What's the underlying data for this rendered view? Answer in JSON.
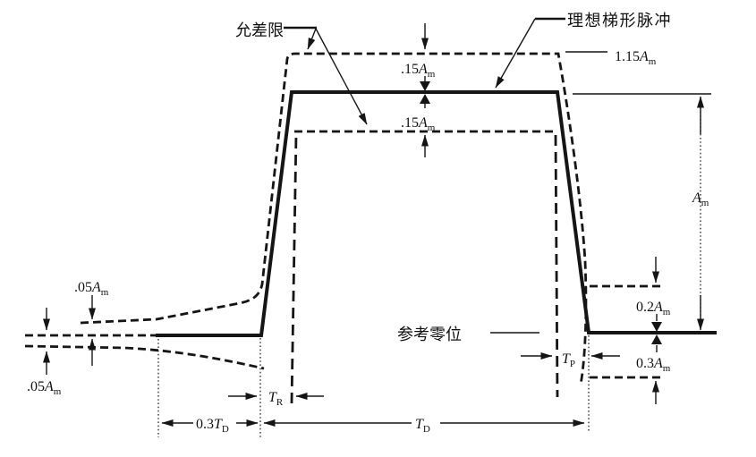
{
  "figure": {
    "background": "#ffffff",
    "ink": "#151515",
    "description_labels": {
      "tolerance": "允差限",
      "ideal_pulse": "理想梯形脉冲",
      "ref_zero": "参考零位"
    }
  },
  "labels": {
    "tolerance": "允差限",
    "ideal_pulse": "理想梯形脉冲",
    "ref_zero": "参考零位",
    "v115": {
      "num": "1.15",
      "var": "A",
      "sub": "m"
    },
    "v15_upper": {
      "num": ".15",
      "var": "A",
      "sub": "m"
    },
    "v15_lower": {
      "num": ".15",
      "var": "A",
      "sub": "m"
    },
    "am": {
      "var": "A",
      "sub": "m"
    },
    "v02": {
      "num": "0.2",
      "var": "A",
      "sub": "m"
    },
    "v03": {
      "num": "0.3",
      "var": "A",
      "sub": "m"
    },
    "v05_upper": {
      "num": ".05",
      "var": "A",
      "sub": "m"
    },
    "v05_lower": {
      "num": ".05",
      "var": "A",
      "sub": "m"
    },
    "tr": {
      "var": "T",
      "sub": "R"
    },
    "tp": {
      "var": "T",
      "sub": "P"
    },
    "t03d": {
      "num": "0.3",
      "var": "T",
      "sub": "D"
    },
    "td": {
      "var": "T",
      "sub": "D"
    }
  }
}
